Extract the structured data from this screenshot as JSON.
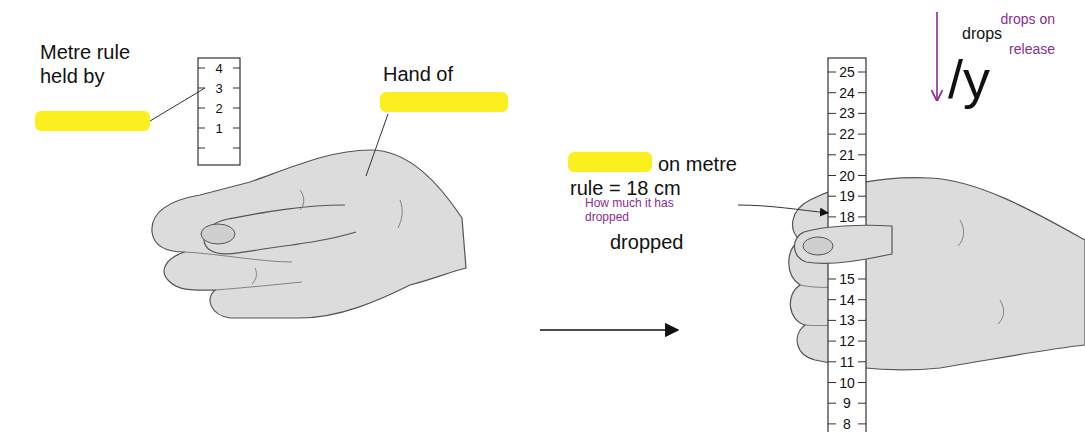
{
  "diagram": {
    "labels": [
      "Metre rule held by",
      "Hand of",
      "on metre rule = 18 cm",
      "dropped",
      "How much it has dropped",
      "drops",
      "drops on release",
      "/y",
      "4",
      "3",
      "2",
      "1",
      "25",
      "24",
      "23",
      "22",
      "21",
      "20",
      "19",
      "18",
      "15",
      "14",
      "13",
      "12",
      "11",
      "10",
      "9",
      "8"
    ]
  }
}
